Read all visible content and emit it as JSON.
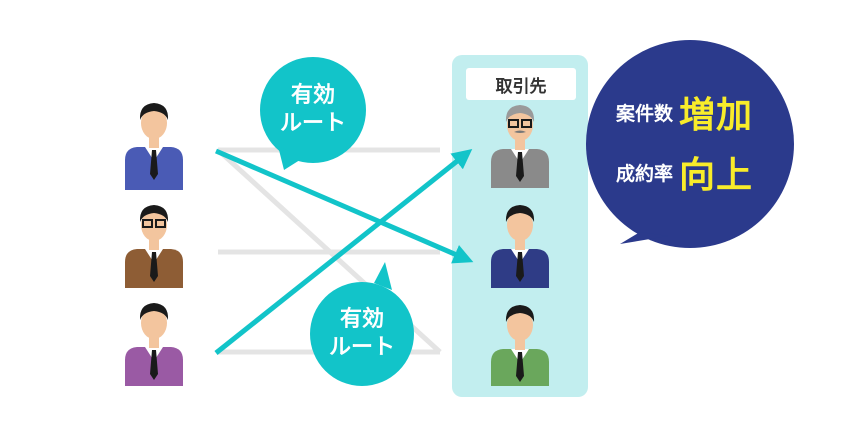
{
  "route_label_top": [
    "有効",
    "ルート"
  ],
  "route_label_bottom": [
    "有効",
    "ルート"
  ],
  "partner_panel": {
    "title": "取引先"
  },
  "result": {
    "line1_label": "案件数",
    "line1_value": "増加",
    "line2_label": "成約率",
    "line2_value": "向上"
  },
  "colors": {
    "accent": "#12c4c9",
    "panel": "#c2eeef",
    "navy": "#2b3a8c",
    "yellow": "#f8ec2a",
    "faint_line": "#e4e4e4"
  },
  "people_left": [
    "blue-suit",
    "brown-suit-glasses",
    "purple-suit"
  ],
  "people_right": [
    "gray-suit-glasses-mustache",
    "navy-suit",
    "green-suit"
  ]
}
